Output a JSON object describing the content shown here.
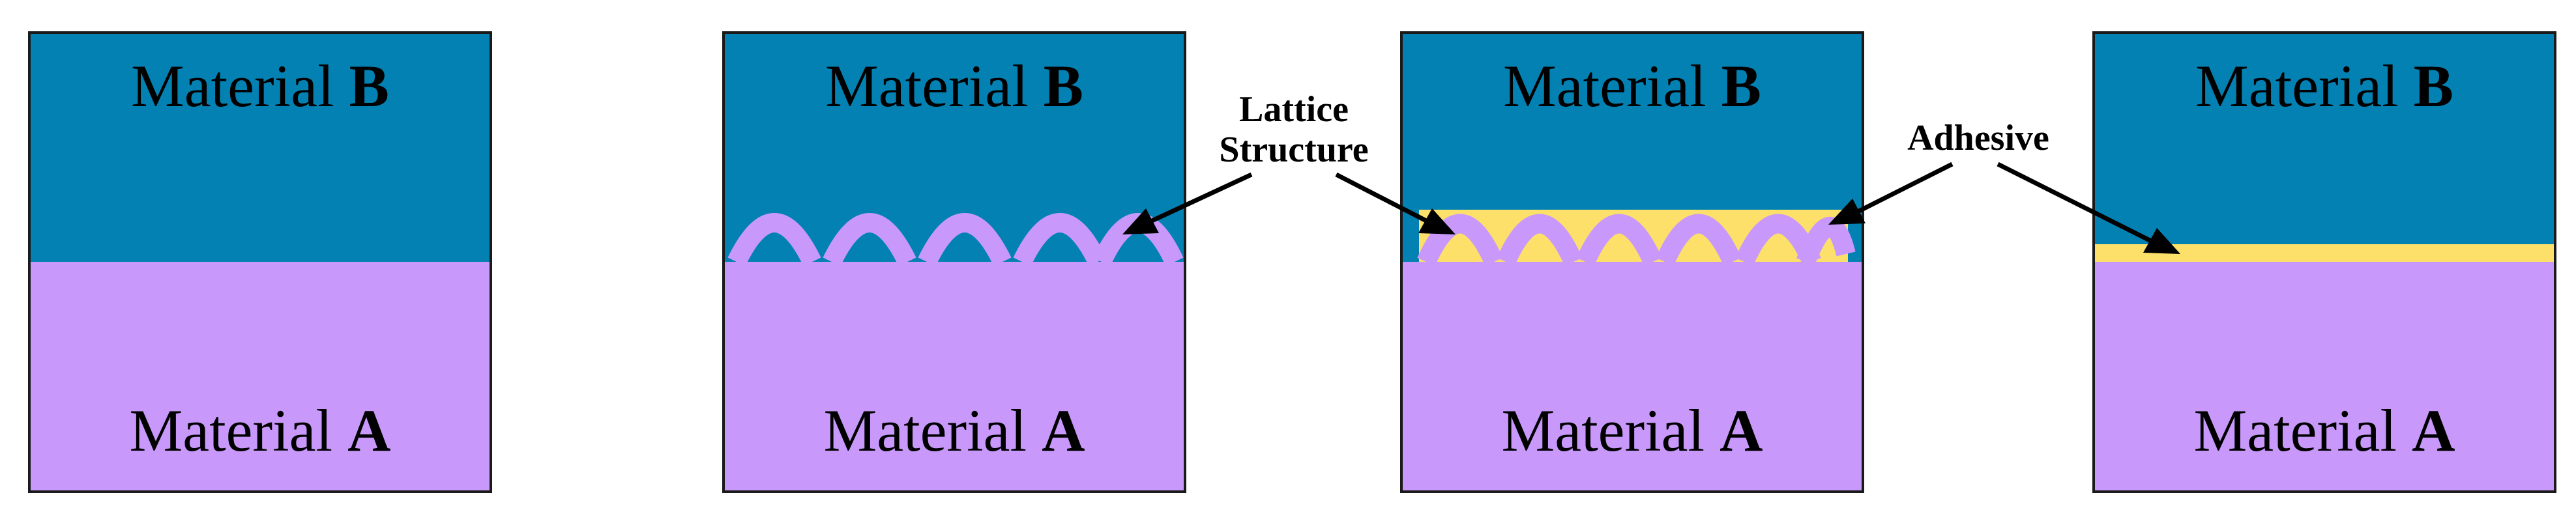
{
  "colors": {
    "material_b": "#0381b3",
    "material_a": "#c899fb",
    "adhesive": "#fde06a",
    "outline": "#1a1a1a",
    "arrow": "#000000",
    "text": "#000000"
  },
  "panels": [
    {
      "id": "panel-1",
      "top_label": {
        "prefix": "Material ",
        "letter": "B"
      },
      "bottom_label": {
        "prefix": "Material ",
        "letter": "A"
      },
      "interface": "flat"
    },
    {
      "id": "panel-2",
      "top_label": {
        "prefix": "Material ",
        "letter": "B"
      },
      "bottom_label": {
        "prefix": "Material ",
        "letter": "A"
      },
      "interface": "lattice"
    },
    {
      "id": "panel-3",
      "top_label": {
        "prefix": "Material ",
        "letter": "B"
      },
      "bottom_label": {
        "prefix": "Material ",
        "letter": "A"
      },
      "interface": "lattice-with-adhesive"
    },
    {
      "id": "panel-4",
      "top_label": {
        "prefix": "Material ",
        "letter": "B"
      },
      "bottom_label": {
        "prefix": "Material ",
        "letter": "A"
      },
      "interface": "adhesive-layer"
    }
  ],
  "annotations": {
    "lattice": {
      "line1": "Lattice",
      "line2": "Structure"
    },
    "adhesive": {
      "line1": "Adhesive"
    }
  },
  "icons": {
    "arrow": "arrow-icon"
  }
}
